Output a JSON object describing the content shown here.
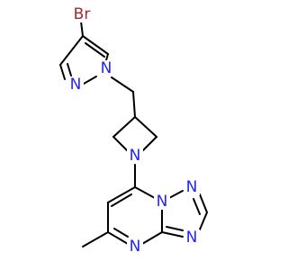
{
  "colors": {
    "bond": "#000000",
    "nitrogen": "#2323ff",
    "bromine": "#a52a2a",
    "background": "#ffffff"
  },
  "atoms": {
    "br": "Br",
    "n_pyrazole_1": "N",
    "n_pyrazole_2": "N",
    "n_azetidine": "N",
    "n_triazolo_bridge": "N",
    "n_triazolo_top": "N",
    "n_triazolo_right": "N",
    "n_pyrimidine": "N"
  }
}
